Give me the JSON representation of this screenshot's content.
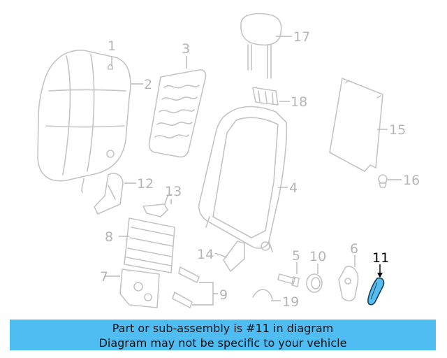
{
  "diagram": {
    "callouts": [
      "1",
      "2",
      "3",
      "4",
      "5",
      "6",
      "7",
      "8",
      "9",
      "10",
      "11",
      "12",
      "13",
      "14",
      "15",
      "16",
      "17",
      "18",
      "19"
    ],
    "highlighted_callout": "11",
    "highlight_color": "#55bdf0",
    "line_color": "#c4c4c4"
  },
  "banner": {
    "line1": "Part or sub-assembly is #11 in diagram",
    "line2": "Diagram may not be specific to your vehicle",
    "background": "#4fbdf1"
  }
}
